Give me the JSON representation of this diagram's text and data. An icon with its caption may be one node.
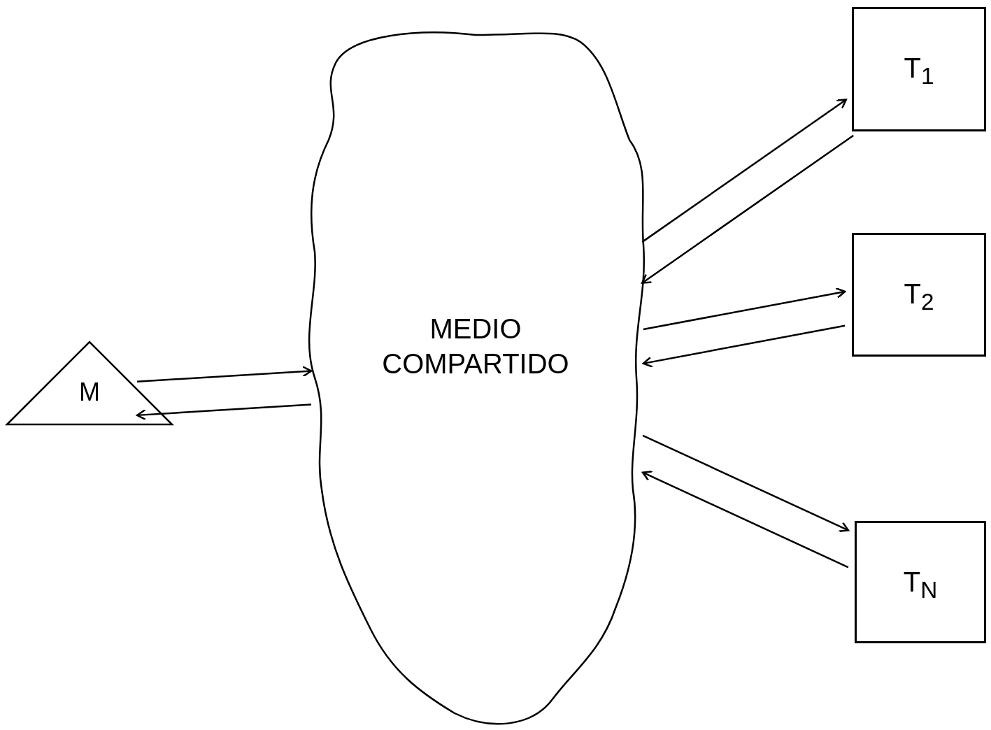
{
  "diagram": {
    "nodes": [
      {
        "text": [
          "MEDIO COMPARTIDO"
        ]
      },
      {
        "text": [
          "M"
        ]
      },
      {
        "text": [
          "T$_{1}$"
        ]
      },
      {
        "text": [
          "T$_{2}$"
        ]
      },
      {
        "text": [
          "T$_{N}$"
        ]
      }
    ],
    "edges": [
      {
        "from": 1,
        "to": 0,
        "arrow": "to"
      },
      {
        "from": 0,
        "to": 1,
        "arrow": "to"
      },
      {
        "from": 0,
        "to": 2,
        "arrow": "to"
      },
      {
        "from": 2,
        "to": 0,
        "arrow": "to"
      },
      {
        "from": 0,
        "to": 3,
        "arrow": "to"
      },
      {
        "from": 3,
        "to": 0,
        "arrow": "to"
      },
      {
        "from": 0,
        "to": 4,
        "arrow": "to"
      },
      {
        "from": 4,
        "to": 0,
        "arrow": "to"
      }
    ]
  }
}
